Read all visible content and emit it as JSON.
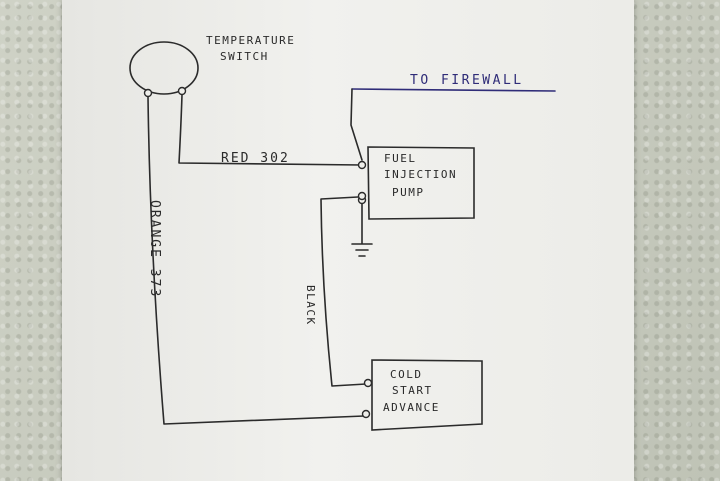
{
  "labels": {
    "temperature_switch_line1": "TEMPERATURE",
    "temperature_switch_line2": "SWITCH",
    "to_firewall": "TO FIREWALL",
    "red_wire": "RED 302",
    "orange_wire": "ORANGE 373",
    "black_wire": "BLACK",
    "fuel_pump_line1": "FUEL",
    "fuel_pump_line2": "INJECTION",
    "fuel_pump_line3": "PUMP",
    "cold_start_line1": "COLD",
    "cold_start_line2": "START",
    "cold_start_line3": "ADVANCE"
  },
  "colors": {
    "ink": "#2b2b2b",
    "firewall_ink": "#2f2c78",
    "paper": "#eeeeea"
  }
}
